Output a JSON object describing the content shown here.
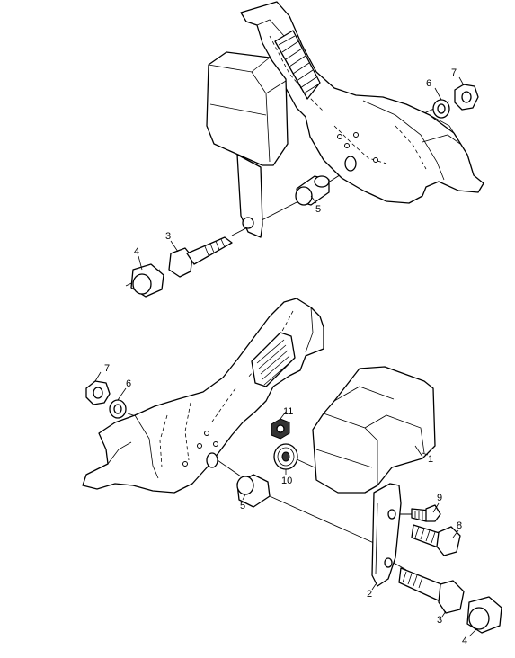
{
  "callouts": {
    "top": {
      "c1": "7",
      "c2": "6",
      "c3": "5",
      "c4": "4",
      "c5": "3"
    },
    "bottom": {
      "c1": "7",
      "c2": "6",
      "c3": "11",
      "c4": "10",
      "c5": "5",
      "c6": "1",
      "c7": "9",
      "c8": "8",
      "c9": "2",
      "c10": "3",
      "c11": "4"
    }
  }
}
